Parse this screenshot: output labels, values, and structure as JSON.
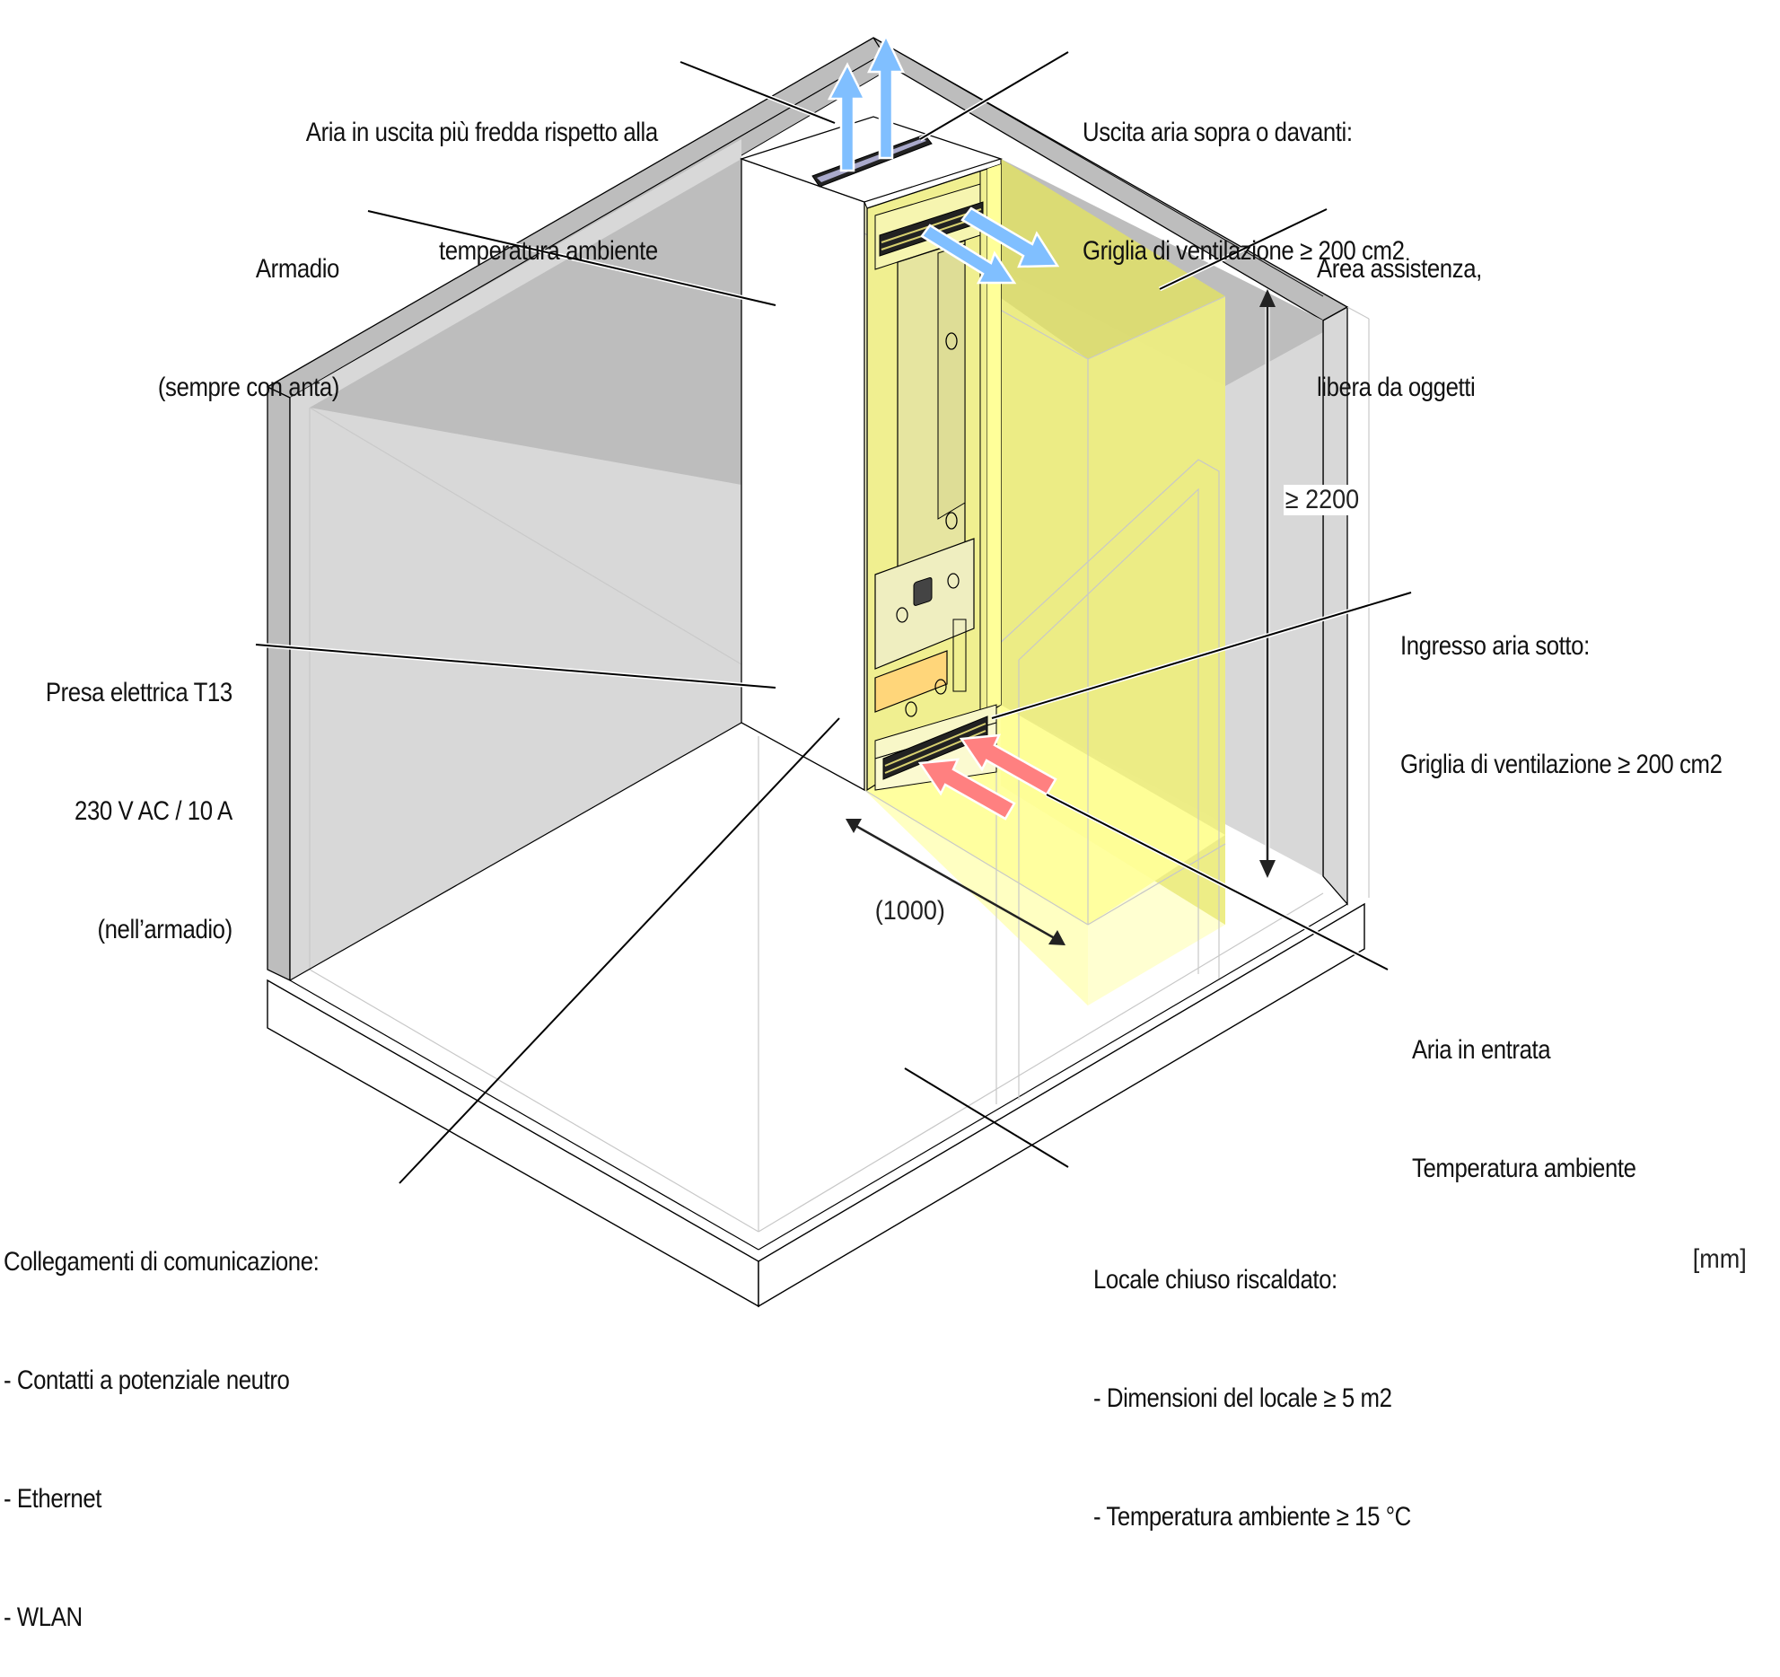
{
  "diagram": {
    "title": "Requisiti di installazione dell'unità in armadio",
    "unit_label": "[mm]",
    "colors": {
      "wall": "#bdbdbd",
      "wall_light": "#d8d8d8",
      "service_area": "#dcdc70",
      "service_floor": "#ffff99",
      "air_out": "#80bfff",
      "air_in": "#ff8080",
      "cabinet_front": "#f0ef90"
    },
    "dimensions": {
      "height": "≥ 2200",
      "depth": "(1000)"
    },
    "callouts": [
      {
        "id": "air-out-cool",
        "lines": [
          "Aria in uscita più fredda rispetto alla",
          "temperatura ambiente"
        ]
      },
      {
        "id": "air-outlet-grille",
        "lines": [
          "Uscita aria sopra o davanti:",
          "Griglia di ventilazione ≥ 200 cm2"
        ]
      },
      {
        "id": "cabinet",
        "lines": [
          "Armadio",
          "(sempre con anta)"
        ]
      },
      {
        "id": "service-area",
        "lines": [
          "Area assistenza,",
          "libera da oggetti"
        ]
      },
      {
        "id": "socket",
        "lines": [
          "Presa elettrica T13",
          "230 V AC / 10 A",
          "(nell’armadio)"
        ]
      },
      {
        "id": "air-inlet-grille",
        "lines": [
          "Ingresso aria sotto:",
          "Griglia di ventilazione ≥ 200 cm2"
        ]
      },
      {
        "id": "air-in",
        "lines": [
          "Aria in entrata",
          "Temperatura ambiente"
        ]
      },
      {
        "id": "communication",
        "lines": [
          "Collegamenti di comunicazione:",
          "- Contatti a potenziale neutro",
          "- Ethernet",
          "- WLAN"
        ]
      },
      {
        "id": "room",
        "lines": [
          "Locale chiuso riscaldato:",
          "- Dimensioni del locale ≥ 5 m2",
          "- Temperatura ambiente ≥ 15 °C"
        ]
      }
    ]
  }
}
